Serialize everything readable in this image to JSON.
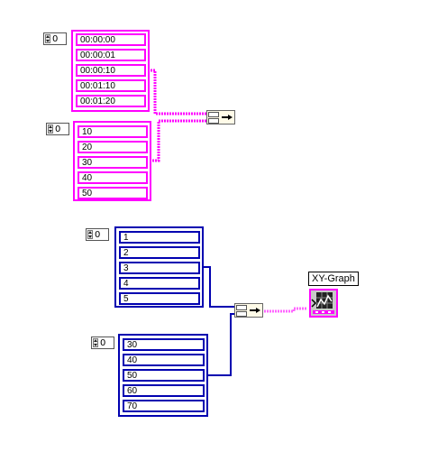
{
  "time_array": {
    "index": "0",
    "values": [
      "00:00:00",
      "00:00:01",
      "00:00:10",
      "00:01:10",
      "00:01:20"
    ]
  },
  "y_array_1": {
    "index": "0",
    "values": [
      "10",
      "20",
      "30",
      "40",
      "50"
    ]
  },
  "x_array_2": {
    "index": "0",
    "values": [
      "1",
      "2",
      "3",
      "4",
      "5"
    ]
  },
  "y_array_2": {
    "index": "0",
    "values": [
      "30",
      "40",
      "50",
      "60",
      "70"
    ]
  },
  "graph": {
    "label": "XY-Graph"
  },
  "colors": {
    "timestamp_wire": "#ff00ff",
    "numeric_wire": "#0000b0",
    "cluster_wire": "#ff66ff"
  }
}
